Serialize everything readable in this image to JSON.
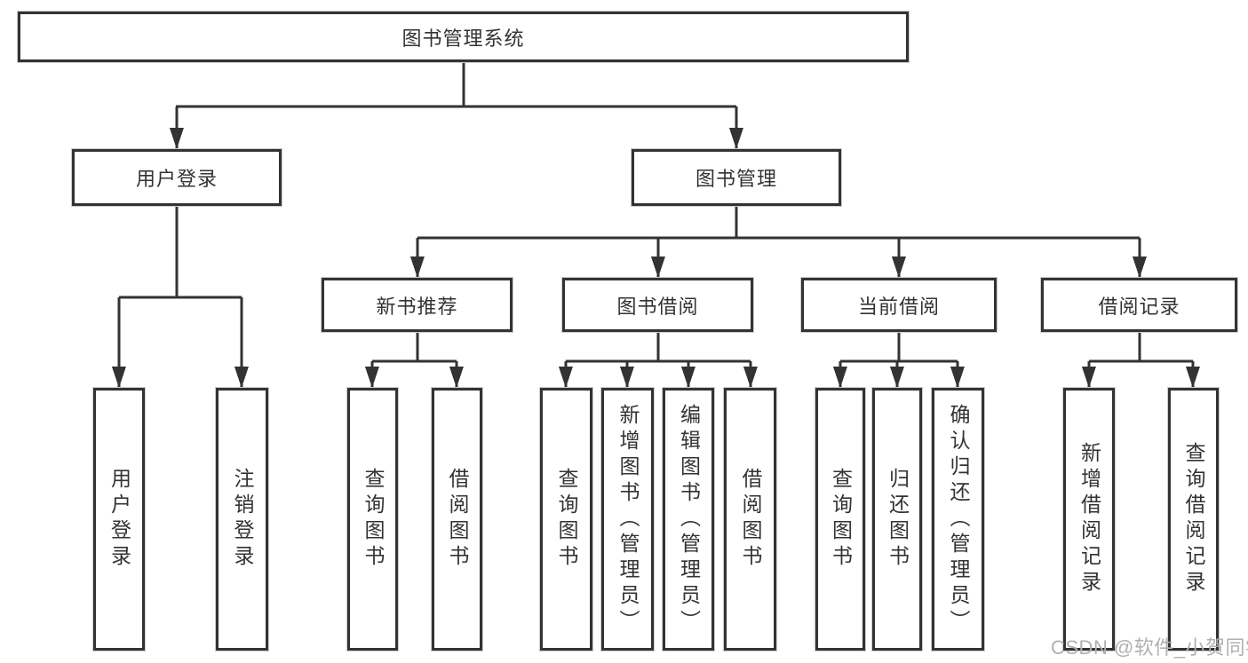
{
  "tree": {
    "label": "图书管理系统",
    "children": [
      {
        "label": "用户登录",
        "children": [
          {
            "label": "用户登录"
          },
          {
            "label": "注销登录"
          }
        ]
      },
      {
        "label": "图书管理",
        "children": [
          {
            "label": "新书推荐",
            "children": [
              {
                "label": "查询图书"
              },
              {
                "label": "借阅图书"
              }
            ]
          },
          {
            "label": "图书借阅",
            "children": [
              {
                "label": "查询图书"
              },
              {
                "label": "新增图书（管理员）"
              },
              {
                "label": "编辑图书（管理员）"
              },
              {
                "label": "借阅图书"
              }
            ]
          },
          {
            "label": "当前借阅",
            "children": [
              {
                "label": "查询图书"
              },
              {
                "label": "归还图书"
              },
              {
                "label": "确认归还（管理员）"
              }
            ]
          },
          {
            "label": "借阅记录",
            "children": [
              {
                "label": "新增借阅记录"
              },
              {
                "label": "查询借阅记录"
              }
            ]
          }
        ]
      }
    ]
  },
  "watermark": {
    "text": "CSDN @软件_小贺同学"
  },
  "colors": {
    "line": "#333333",
    "box_border": "#333333",
    "text": "#333333",
    "box_background": "#ffffff",
    "page_background": "#ffffff",
    "watermark": "#b0b0b0"
  }
}
